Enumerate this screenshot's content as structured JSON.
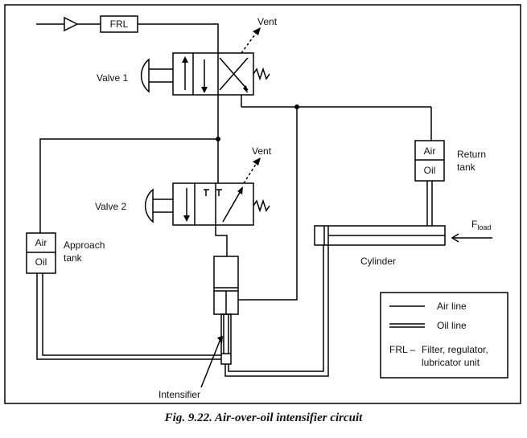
{
  "labels": {
    "frl": "FRL",
    "vent_top": "Vent",
    "vent_mid": "Vent",
    "valve1": "Valve 1",
    "valve2": "Valve 2",
    "approach_air": "Air",
    "approach_oil": "Oil",
    "approach_line1": "Approach",
    "approach_line2": "tank",
    "return_air": "Air",
    "return_oil": "Oil",
    "return_line1": "Return",
    "return_line2": "tank",
    "fload_main": "F",
    "fload_sub": "load",
    "cylinder": "Cylinder",
    "intensifier": "Intensifier"
  },
  "legend": {
    "air_line": "Air line",
    "oil_line": "Oil line",
    "frl_prefix": "FRL –",
    "frl_desc_line1": "Filter, regulator,",
    "frl_desc_line2": "lubricator unit"
  },
  "caption": "Fig. 9.22. Air-over-oil intensifier circuit"
}
